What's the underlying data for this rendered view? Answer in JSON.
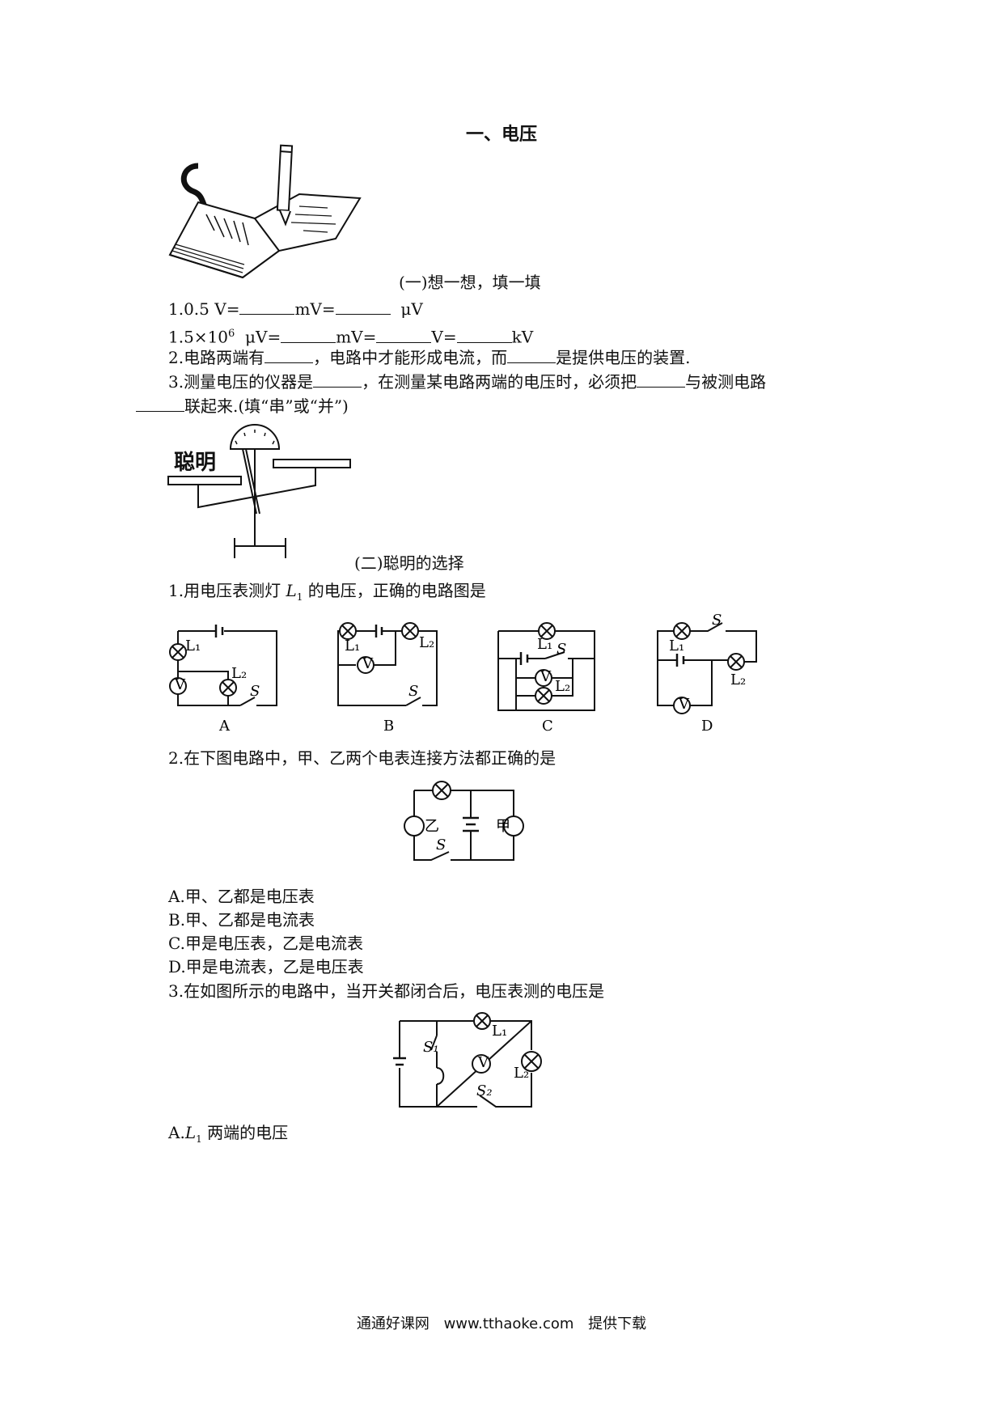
{
  "title": "一、电压",
  "section1": {
    "heading": "(一)想一想，填一填",
    "q1a": {
      "prefix": "1.0.5 V=",
      "mid": "mV=",
      "suffix": "μV"
    },
    "q1b": {
      "prefix": "1.5×10",
      "exp": "6",
      "unit1": "μV=",
      "unit2": "mV=",
      "unit3": "V=",
      "unit4": "kV"
    },
    "q2": {
      "prefix": "2.电路两端有",
      "mid": "，电路中才能形成电流，而",
      "suffix": "是提供电压的装置."
    },
    "q3": {
      "prefix": "3.测量电压的仪器是",
      "mid1": "，在测量某电路两端的电压时，必须把",
      "mid2": "与被测电路",
      "line2_suffix": "联起来.(填“串”或“并”)"
    }
  },
  "section2": {
    "banner_text": "聪明",
    "heading": "(二)聪明的选择",
    "q1": {
      "prefix": "1.用电压表测灯 ",
      "var": "L",
      "sub": "1",
      "suffix": " 的电压，正确的电路图是"
    },
    "q1_labels": [
      "A",
      "B",
      "C",
      "D"
    ],
    "q2": {
      "text": "2.在下图电路中，甲、乙两个电表连接方法都正确的是"
    },
    "q2_diagram": {
      "left_meter": "乙",
      "right_meter": "甲",
      "switch": "S"
    },
    "q2_options": [
      "A.甲、乙都是电压表",
      "B.甲、乙都是电流表",
      "C.甲是电压表，乙是电流表",
      "D.甲是电流表，乙是电压表"
    ],
    "q3": {
      "text": "3.在如图所示的电路中，当开关都闭合后，电压表测的电压是"
    },
    "q3_option_a": {
      "prefix": "A.",
      "var": "L",
      "sub": "1",
      "suffix": " 两端的电压"
    }
  },
  "circuit_labels": {
    "voltmeter": "V",
    "lamp1": "L",
    "lamp2": "L",
    "switch": "S",
    "sub1": "1",
    "sub2": "2"
  },
  "footer": {
    "site": "通通好课网",
    "url": "www.tthaoke.com",
    "note": "提供下载"
  }
}
